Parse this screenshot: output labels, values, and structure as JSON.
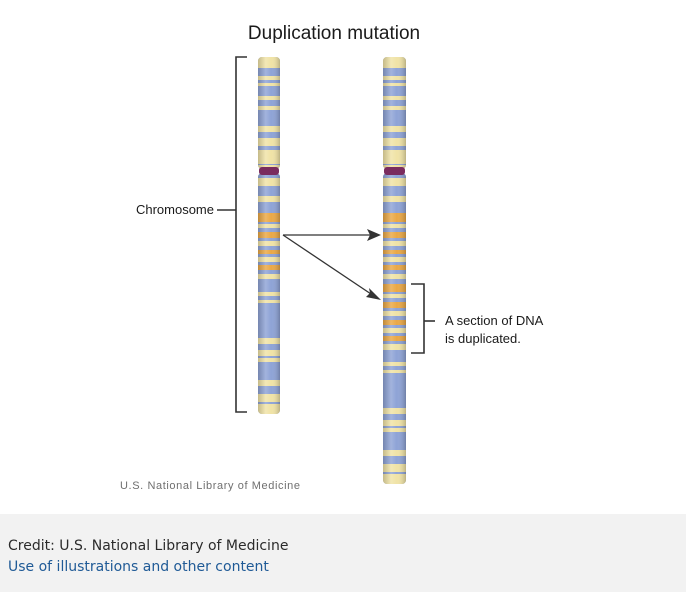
{
  "figure": {
    "title": "Duplication mutation",
    "chromosome_label": "Chromosome",
    "duplicated_label_line1": "A section of DNA",
    "duplicated_label_line2": "is duplicated.",
    "watermark": "U.S. National Library of Medicine",
    "colors": {
      "chromosome_blue": "#8ea3d6",
      "band_cream": "#f0e3a6",
      "band_orange": "#eaa846",
      "centromere": "#7a2c5e",
      "line": "#333333"
    }
  },
  "caption": {
    "credit": "Credit: U.S. National Library of Medicine",
    "link_text": "Use of illustrations and other content"
  }
}
